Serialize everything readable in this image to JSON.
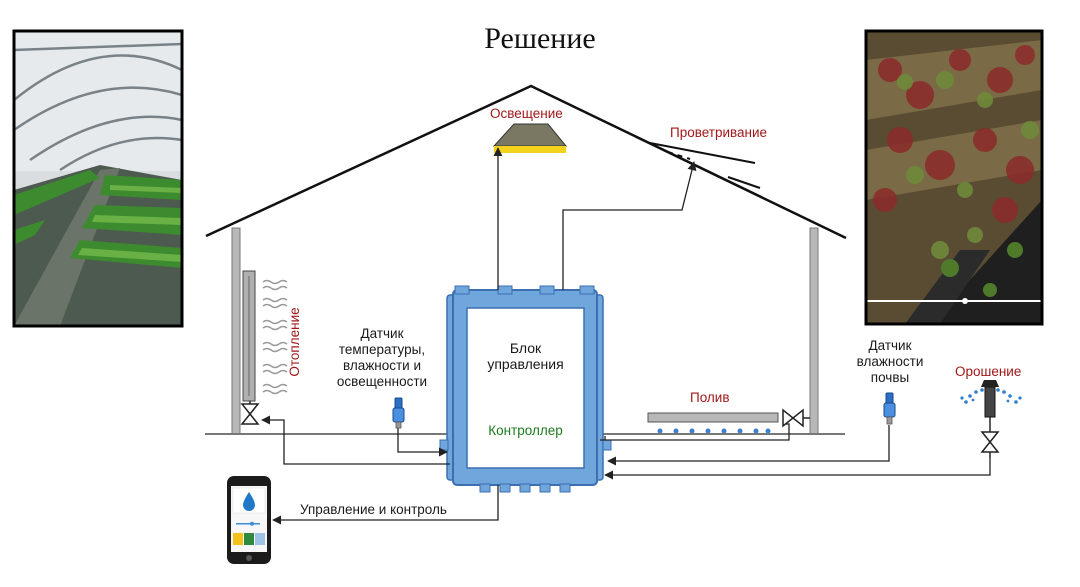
{
  "title": "Решение",
  "labels": {
    "lighting": "Освещение",
    "ventilation": "Проветривание",
    "heating": "Отопление",
    "sensor_temp": [
      "Датчик",
      "температуры,",
      "влажности и",
      "освещенности"
    ],
    "control_unit": [
      "Блок",
      "управления"
    ],
    "controller": "Контроллер",
    "watering": "Полив",
    "soil_sensor": [
      "Датчик",
      "влажности",
      "почвы"
    ],
    "irrigation": "Орошение",
    "management": "Управление и контроль"
  },
  "colors": {
    "accent_red": "#a01818",
    "accent_green": "#1e7a1e",
    "controller_blue": "#6fa6db",
    "lamp_yellow": "#f2d21b"
  },
  "icons": [
    "greenhouse-photo",
    "plants-photo",
    "lamp-icon",
    "radiator-icon",
    "valve-icon",
    "sensor-icon",
    "sprinkler-icon",
    "smartphone-icon"
  ]
}
